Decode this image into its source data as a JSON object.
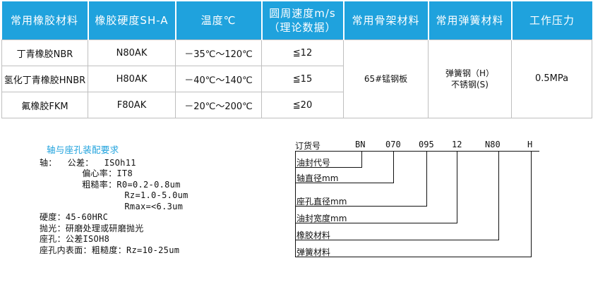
{
  "table": {
    "headers": [
      "常用橡胶材料",
      "橡胶硬度SH-A",
      "温度℃",
      "圆周速度m/s",
      "（理论数据）",
      "常用骨架材料",
      "常用弹簧材料",
      "工作压力"
    ],
    "rows": [
      {
        "material": "丁青橡胶NBR",
        "hardness": "N80AK",
        "temp": "－35℃～120℃",
        "speed": "≦12"
      },
      {
        "material": "氢化丁青橡胶HNBR",
        "hardness": "H80AK",
        "temp": "－40℃～140℃",
        "speed": "≦15"
      },
      {
        "material": "氟橡胶FKM",
        "hardness": "F80AK",
        "temp": "－20℃～200℃",
        "speed": "≦20"
      }
    ],
    "frame_material": "65#锰钢板",
    "spring_material_1": "弹簧钢（H）",
    "spring_material_2": "不锈钢(S)",
    "pressure": "0.5MPa"
  },
  "requirements": {
    "title": "轴与座孔装配要求",
    "lines": [
      "轴：  公差：  ISOh11",
      "        偏心率：IT8",
      "        粗糙率：R0=0.2-0.8um",
      "                Rz=1.0-5.0um",
      "                Rmax=<6.3um",
      "硬度：45-60HRC",
      "抛光：研磨处理或研磨抛光",
      "座孔：公差ISOH8",
      "座孔内表面：粗糙度：Rz=10-25um"
    ]
  },
  "order_code": {
    "label": "订货号",
    "codes": [
      "BN",
      "070",
      "095",
      "12",
      "N80",
      "H"
    ],
    "fields": [
      "油封代号",
      "轴直径mm",
      "座孔直径mm",
      "油封宽度mm",
      "橡胶材料",
      "弹簧材料"
    ]
  }
}
